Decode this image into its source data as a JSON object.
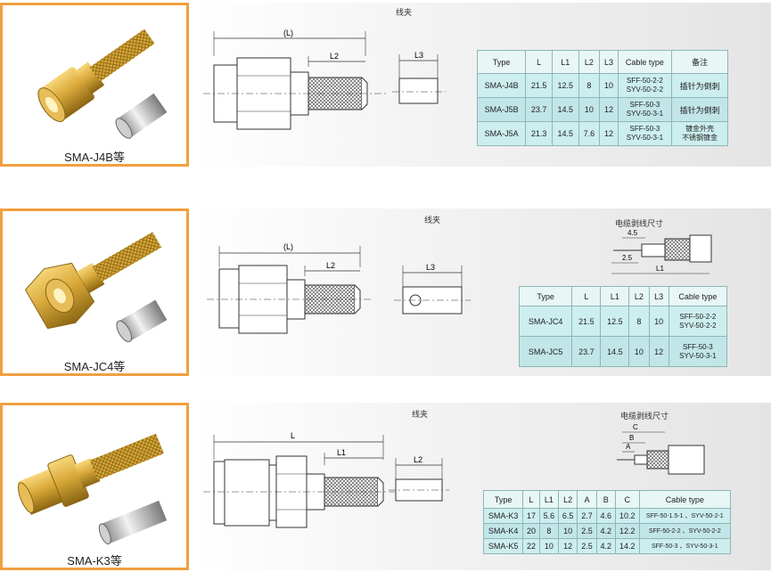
{
  "sections": [
    {
      "caption": "SMA-J4B等",
      "clamp_label": "线夹",
      "dims": {
        "L": "(L)",
        "L2": "L2",
        "L3": "L3"
      },
      "table": {
        "headers": [
          "Type",
          "L",
          "L1",
          "L2",
          "L3",
          "Cable type",
          "备注"
        ],
        "rows": [
          [
            "SMA-J4B",
            "21.5",
            "12.5",
            "8",
            "10",
            [
              "SFF-50-2-2",
              "SYV-50-2-2"
            ],
            "插针为倒刺"
          ],
          [
            "SMA-J5B",
            "23.7",
            "14.5",
            "10",
            "12",
            [
              "SFF-50-3",
              "SYV-50-3-1"
            ],
            "插针为倒刺"
          ],
          [
            "SMA-J5A",
            "21.3",
            "14.5",
            "7.6",
            "12",
            [
              "SFF-50-3",
              "SYV-50-3-1"
            ],
            [
              "镀金外壳",
              "不锈钢镀金"
            ]
          ]
        ]
      }
    },
    {
      "caption": "SMA-JC4等",
      "clamp_label": "线夹",
      "strip_label": "电缆剥线尺寸",
      "strip_dims": {
        "a": "4.5",
        "b": "2.5",
        "c": "L1"
      },
      "dims": {
        "L": "(L)",
        "L2": "L2",
        "L3": "L3"
      },
      "table": {
        "headers": [
          "Type",
          "L",
          "L1",
          "L2",
          "L3",
          "Cable type"
        ],
        "rows": [
          [
            "SMA-JC4",
            "21.5",
            "12.5",
            "8",
            "10",
            [
              "SFF-50-2-2",
              "SYV-50-2-2"
            ]
          ],
          [
            "SMA-JC5",
            "23.7",
            "14.5",
            "10",
            "12",
            [
              "SFF-50-3",
              "SYV-50-3-1"
            ]
          ]
        ]
      }
    },
    {
      "caption": "SMA-K3等",
      "clamp_label": "线夹",
      "strip_label": "电缆剥线尺寸",
      "strip_dims": {
        "a": "C",
        "b": "B",
        "c": "A"
      },
      "dims": {
        "L": "L",
        "L1": "L1",
        "L2": "L2"
      },
      "table": {
        "headers": [
          "Type",
          "L",
          "L1",
          "L2",
          "A",
          "B",
          "C",
          "Cable type"
        ],
        "rows": [
          [
            "SMA-K3",
            "17",
            "5.6",
            "6.5",
            "2.7",
            "4.6",
            "10.2",
            "SFF-50-1.5-1 、SYV-50-2-1"
          ],
          [
            "SMA-K4",
            "20",
            "8",
            "10",
            "2.5",
            "4.2",
            "12.2",
            "SFF-50-2-2 、SYV-50-2-2"
          ],
          [
            "SMA-K5",
            "22",
            "10",
            "12",
            "2.5",
            "4.2",
            "14.2",
            "SFF-50-3 、SYV-50-3-1"
          ]
        ]
      }
    }
  ],
  "colors": {
    "frame": "#f0a040",
    "gold": "#d9a93a",
    "table_header": "#e8f6f6",
    "table_body": "#c8eaea"
  }
}
